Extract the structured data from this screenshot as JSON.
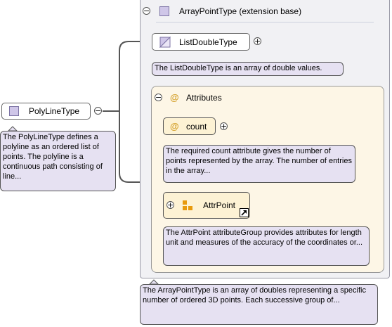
{
  "extension": {
    "title": "ArrayPointType (extension base)",
    "note": "The ArrayPointType is an array of doubles representing a specific number of ordered 3D points. Each successive group of..."
  },
  "polyline": {
    "label": "PolyLineType",
    "note": "The PolyLineType defines a polyline as an ordered list of points. The polyline is a continuous path consisting of line..."
  },
  "list_double": {
    "label": "ListDoubleType",
    "note": "The ListDoubleType is an array of double values."
  },
  "attributes": {
    "label": "Attributes",
    "count": {
      "label": "count",
      "note": "The required count attribute gives the number of points represented by the array. The number of entries in the array..."
    },
    "attr_point": {
      "label": "AttrPoint",
      "note": "The AttrPoint attributeGroup provides attributes for length unit and measures of the accuracy of the coordinates or..."
    }
  },
  "symbols": {
    "collapse": "⊖",
    "expand": "⊕",
    "at": "@",
    "minus": "−",
    "plus": "+"
  },
  "colors": {
    "note_bg": "#e6e1f2",
    "attr_bg": "#fdf6e6",
    "type_icon": "#cfc6e8",
    "attr_gold": "#d4a02a"
  }
}
